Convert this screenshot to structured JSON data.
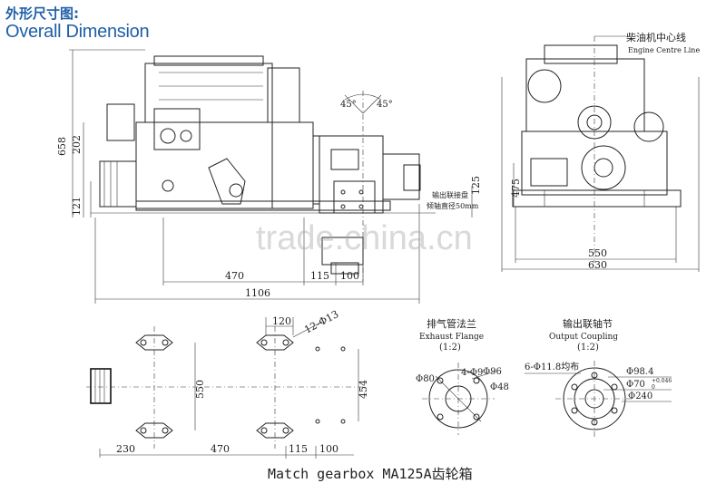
{
  "header": {
    "title_cn": "外形尺寸图:",
    "title_en": "Overall Dimension"
  },
  "watermark": "trade.china.cn",
  "side_view": {
    "dim_658": "658",
    "dim_202": "202",
    "dim_121": "121",
    "dim_470": "470",
    "dim_115": "115",
    "dim_100": "100",
    "dim_1106": "1106",
    "dim_125": "125",
    "angle_left": "45°",
    "angle_right": "45°",
    "note_1": "输出联接盘",
    "note_2": "倾轴直径50mm"
  },
  "front_view": {
    "center_label_cn": "柴油机中心线",
    "center_label_en": "Engine Centre Line",
    "dim_550": "550",
    "dim_630": "630",
    "dim_475": "475"
  },
  "plan_view": {
    "dim_120": "120",
    "holes": "12-Φ13",
    "dim_550": "550",
    "dim_454": "454",
    "dim_230": "230",
    "dim_470": "470",
    "dim_115": "115",
    "dim_100": "100"
  },
  "exhaust_flange": {
    "title_cn": "排气管法兰",
    "title_en": "Exhaust Flange",
    "scale": "(1:2)",
    "phi80": "Φ80",
    "holes": "4-Φ9",
    "phi96": "Φ96",
    "phi48": "Φ48"
  },
  "output_coupling": {
    "title_cn": "输出联轴节",
    "title_en": "Output Coupling",
    "scale": "(1:2)",
    "holes": "6-Φ11.8均布",
    "phi98": "Φ98.4",
    "phi70": "Φ70",
    "tol": "+0.046",
    "tol0": "0",
    "phi240": "Φ240"
  },
  "footer": "Match gearbox MA125A齿轮箱"
}
